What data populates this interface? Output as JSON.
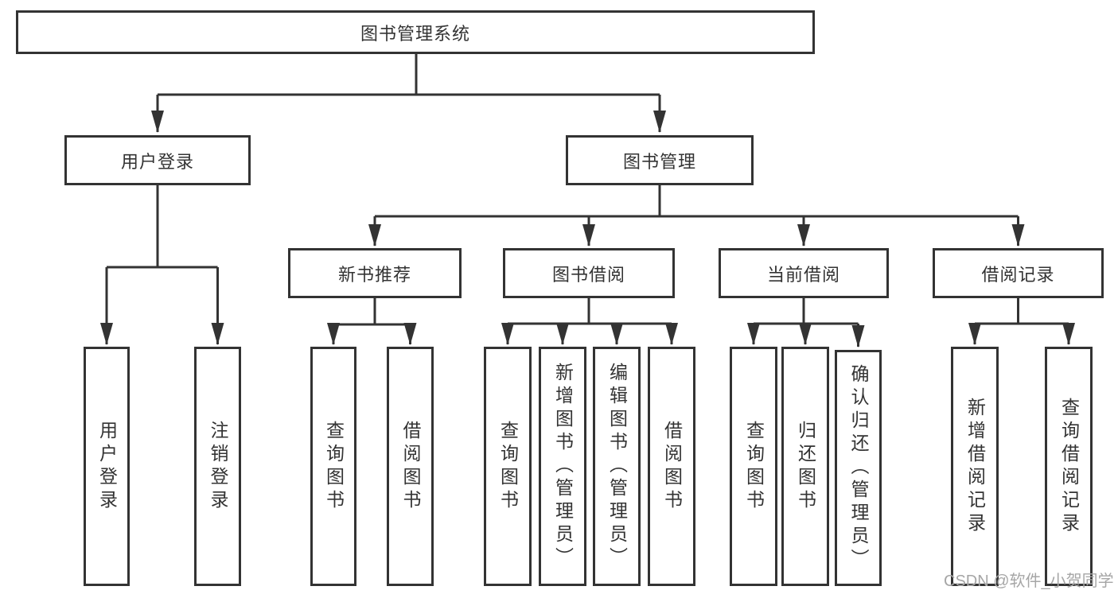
{
  "diagram_type": "functional-structure-tree",
  "tree": {
    "label": "图书管理系统",
    "children": [
      {
        "label": "用户登录",
        "children": [
          {
            "label": "用户登录"
          },
          {
            "label": "注销登录"
          }
        ]
      },
      {
        "label": "图书管理",
        "children": [
          {
            "label": "新书推荐",
            "children": [
              {
                "label": "查询图书"
              },
              {
                "label": "借阅图书"
              }
            ]
          },
          {
            "label": "图书借阅",
            "children": [
              {
                "label": "查询图书"
              },
              {
                "label": "新增图书（管理员）"
              },
              {
                "label": "编辑图书（管理员）"
              },
              {
                "label": "借阅图书"
              }
            ]
          },
          {
            "label": "当前借阅",
            "children": [
              {
                "label": "查询图书"
              },
              {
                "label": "归还图书"
              },
              {
                "label": "确认归还（管理员）"
              }
            ]
          },
          {
            "label": "借阅记录",
            "children": [
              {
                "label": "新增借阅记录"
              },
              {
                "label": "查询借阅记录"
              }
            ]
          }
        ]
      }
    ]
  },
  "watermark": {
    "text": "CSDN @软件_小贺同学"
  },
  "colors": {
    "line": "#333333",
    "text": "#333333",
    "box_background": "#ffffff",
    "watermark": "#a6a6a6",
    "background": "#ffffff"
  }
}
